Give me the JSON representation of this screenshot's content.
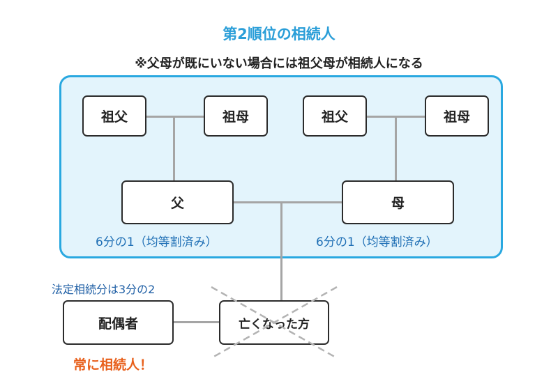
{
  "title": "第2順位の相続人",
  "subtitle": "※父母が既にいない場合には祖父母が相続人になる",
  "nodes": {
    "grandfather_paternal": "祖父",
    "grandmother_paternal": "祖母",
    "grandfather_maternal": "祖父",
    "grandmother_maternal": "祖母",
    "father": "父",
    "mother": "母",
    "spouse": "配偶者",
    "deceased": "亡くなった方"
  },
  "shares": {
    "father": "6分の1（均等割済み）",
    "mother": "6分の1（均等割済み）",
    "spouse_legal": "法定相続分は3分の2",
    "spouse_note": "常に相続人！"
  },
  "colors": {
    "title": "#2a9ed8",
    "region_border": "#29a8e0",
    "region_fill": "#e3f4fc",
    "share_text": "#1f6fb5",
    "spouse_note": "#e8601c",
    "connector": "#a5a5a5"
  }
}
